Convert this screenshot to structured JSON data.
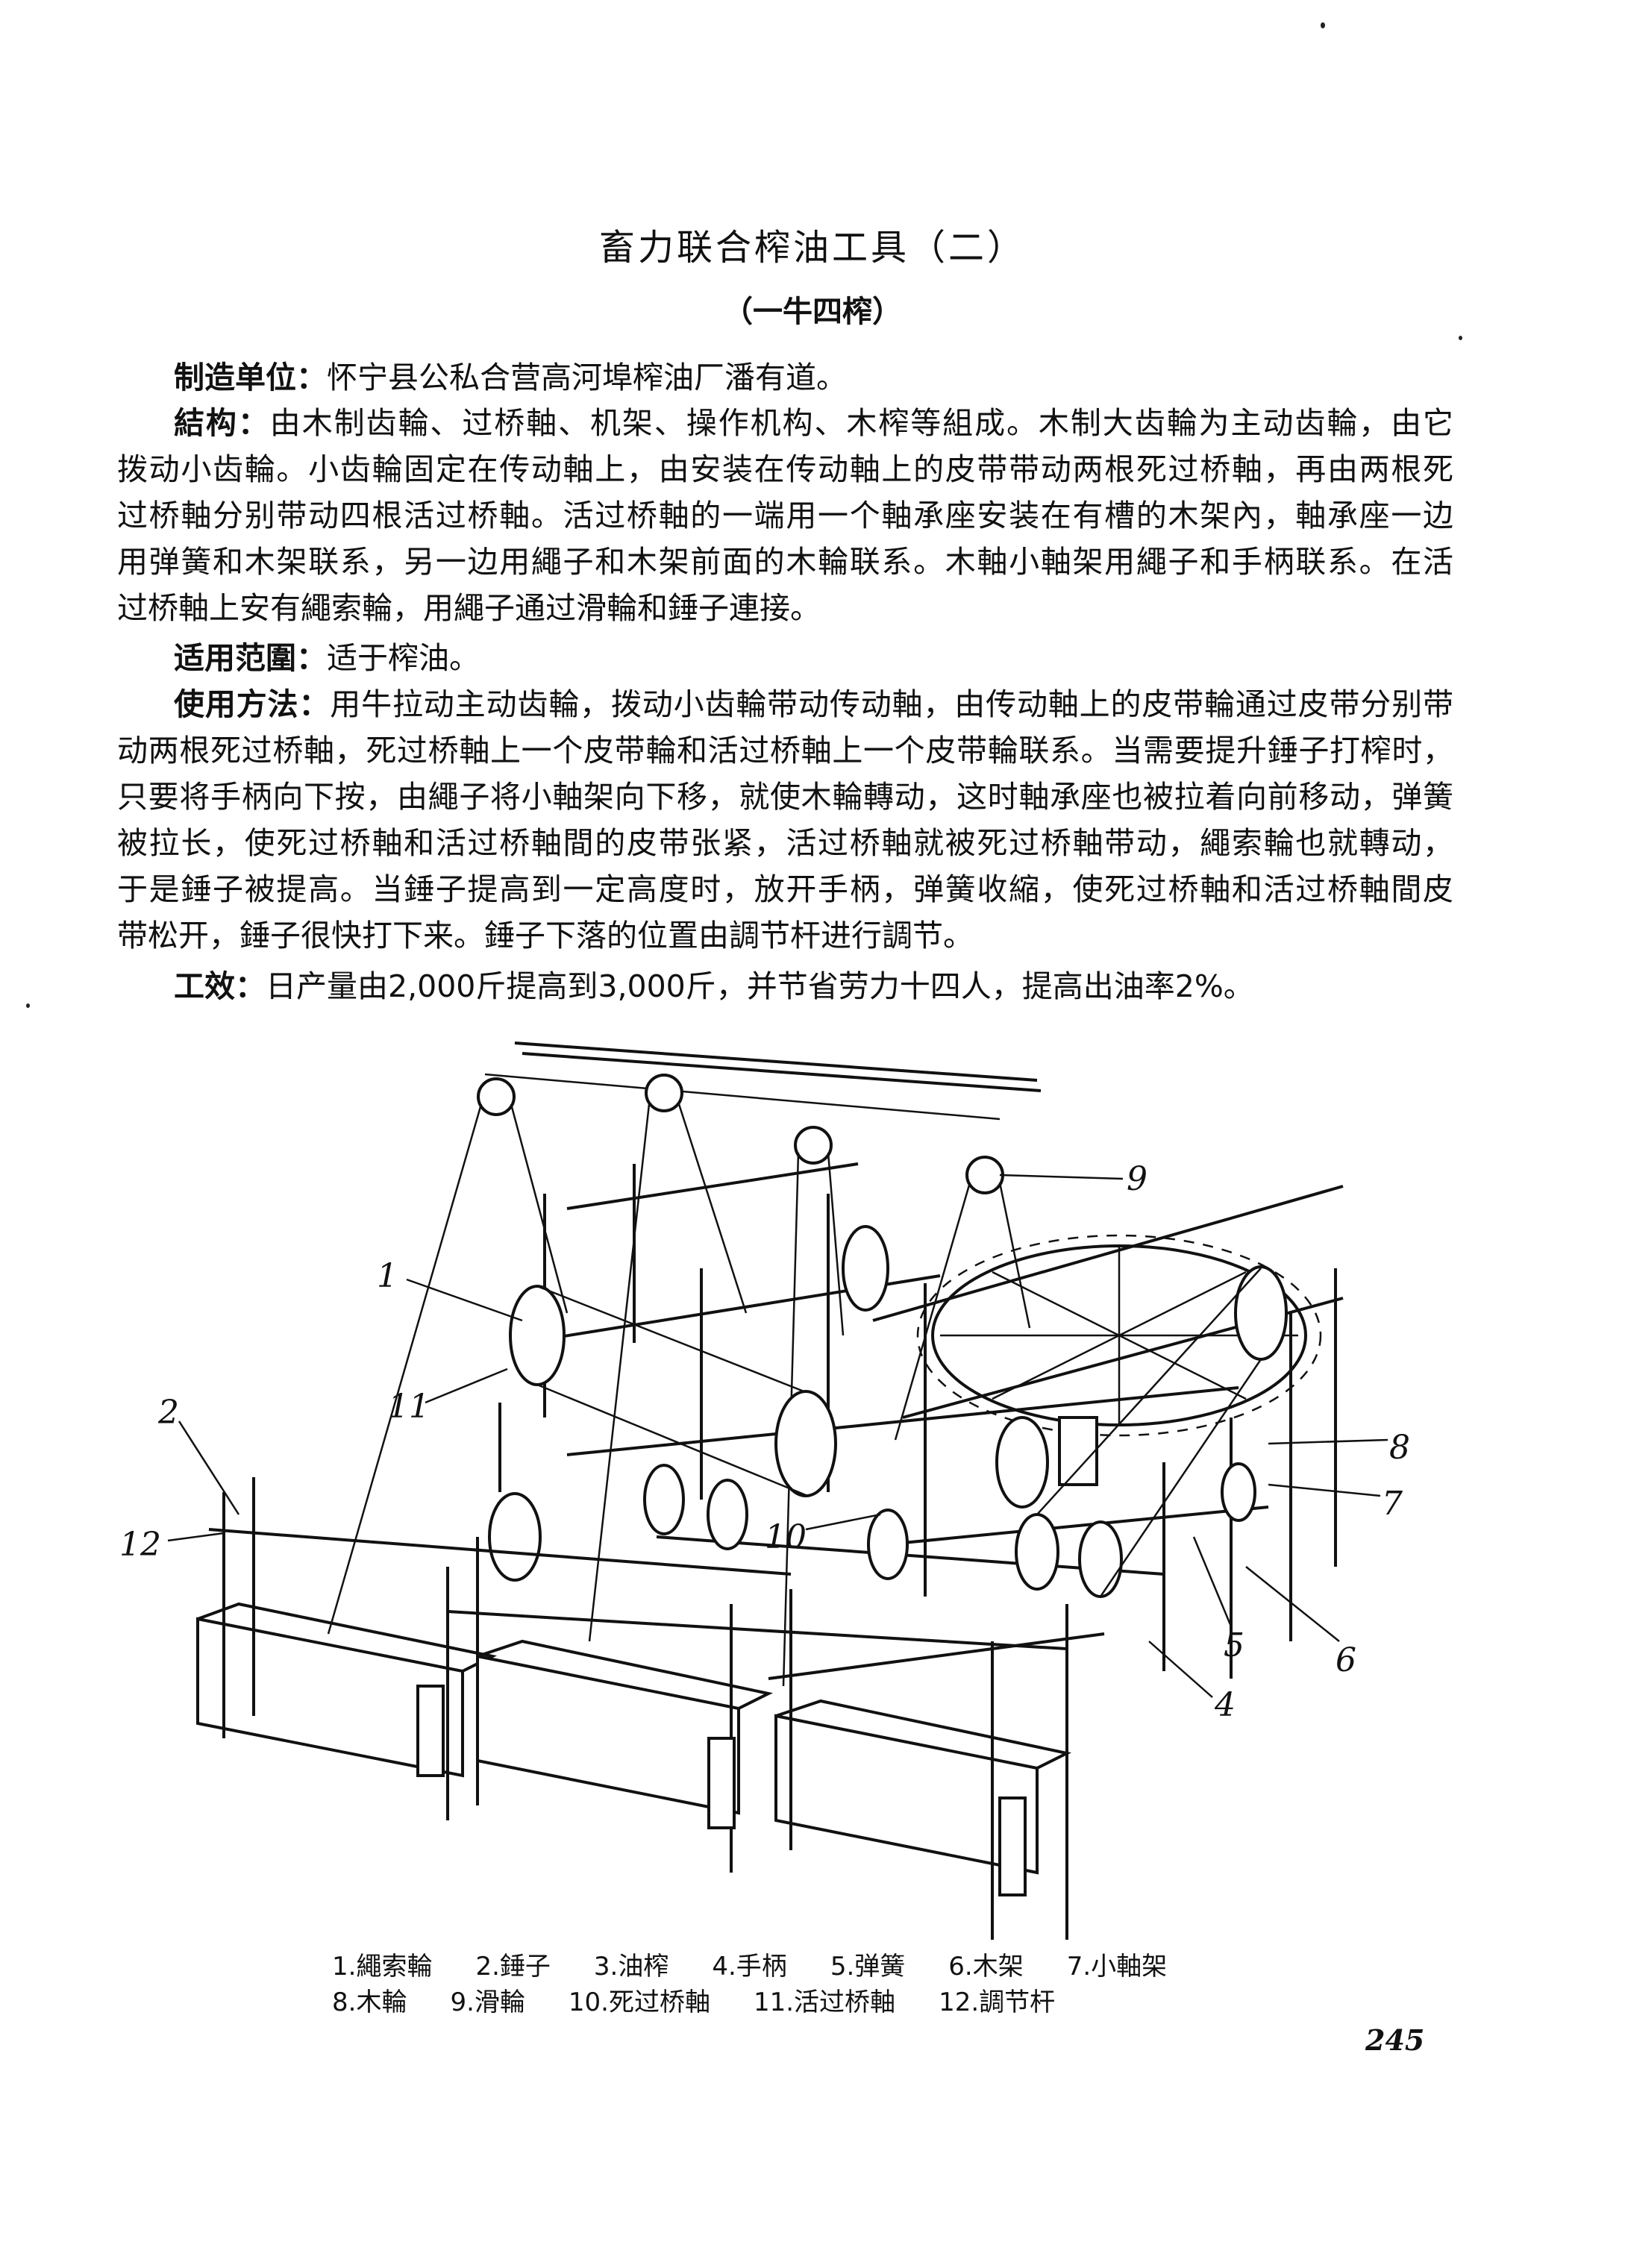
{
  "title": "畜力联合榨油工具（二）",
  "subtitle": "（一牛四榨）",
  "paragraphs": [
    {
      "label": "制造单位：",
      "lines": [
        "怀宁县公私合营高河埠榨油厂潘有道。"
      ]
    },
    {
      "label": "結构：",
      "lines": [
        "由木制齿輪、过桥軸、机架、操作机构、木榨等組成。木制大齿輪为主动齿輪，由它",
        "拨动小齿輪。小齿輪固定在传动軸上，由安装在传动軸上的皮带带动两根死过桥軸，再由两根死",
        "过桥軸分别带动四根活过桥軸。活过桥軸的一端用一个軸承座安装在有槽的木架內，軸承座一边",
        "用弹簧和木架联系，另一边用繩子和木架前面的木輪联系。木軸小軸架用繩子和手柄联系。在活",
        "过桥軸上安有繩索輪，用繩子通过滑輪和錘子連接。"
      ]
    },
    {
      "label": "适用范圍：",
      "lines": [
        "适于榨油。"
      ]
    },
    {
      "label": "使用方法：",
      "lines": [
        "用牛拉动主动齿輪，拨动小齿輪带动传动軸，由传动軸上的皮带輪通过皮带分别带",
        "动两根死过桥軸，死过桥軸上一个皮带輪和活过桥軸上一个皮带輪联系。当需要提升錘子打榨时，",
        "只要将手柄向下按，由繩子将小軸架向下移，就使木輪轉动，这时軸承座也被拉着向前移动，弹簧",
        "被拉长，使死过桥軸和活过桥軸間的皮带张紧，活过桥軸就被死过桥軸带动，繩索輪也就轉动，",
        "于是錘子被提高。当錘子提高到一定高度时，放开手柄，弹簧收縮，使死过桥軸和活过桥軸間皮",
        "带松开，錘子很快打下来。錘子下落的位置由調节杆进行調节。"
      ]
    },
    {
      "label": "工效：",
      "lines": [
        "日产量由2,000斤提高到3,000斤，并节省劳力十四人，提高出油率2%。"
      ]
    }
  ],
  "figure": {
    "callouts": [
      "1",
      "2",
      "12",
      "11",
      "10",
      "9",
      "8",
      "7",
      "5",
      "6",
      "4"
    ]
  },
  "caption": {
    "row1": [
      "1.繩索輪",
      "2.錘子",
      "3.油榨",
      "4.手柄",
      "5.弹簧",
      "6.木架",
      "7.小軸架"
    ],
    "row2": [
      "8.木輪",
      "9.滑輪",
      "10.死过桥軸",
      "11.活过桥軸",
      "12.調节杆"
    ]
  },
  "page_number": "245"
}
